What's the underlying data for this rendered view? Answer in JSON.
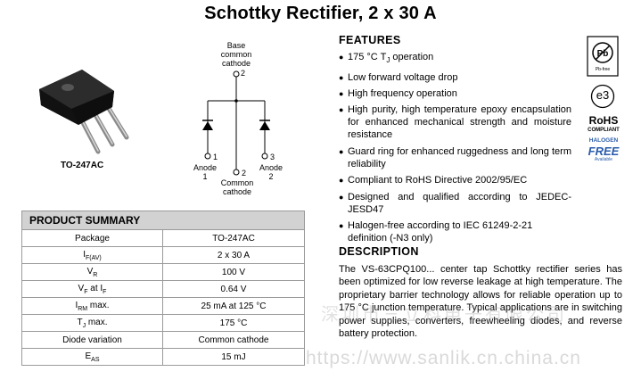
{
  "title": "Schottky Rectifier, 2 x 30 A",
  "package_label": "TO-247AC",
  "diagram": {
    "top_label_1": "Base",
    "top_label_2": "common",
    "top_label_3": "cathode",
    "top_pin": "2",
    "left_pin": "1",
    "left_label_1": "Anode",
    "left_label_2": "1",
    "mid_pin": "2",
    "mid_label_1": "Common",
    "mid_label_2": "cathode",
    "right_pin": "3",
    "right_label_1": "Anode",
    "right_label_2": "2"
  },
  "product_summary": {
    "heading": "PRODUCT SUMMARY",
    "rows": [
      {
        "param": "Package",
        "sub": "",
        "tail": "",
        "value": "TO-247AC"
      },
      {
        "param": "I",
        "sub": "F(AV)",
        "tail": "",
        "value": "2 x 30 A"
      },
      {
        "param": "V",
        "sub": "R",
        "tail": "",
        "value": "100 V"
      },
      {
        "param": "V",
        "sub": "F",
        "tail": " at I",
        "sub2": "F",
        "value": "0.64 V"
      },
      {
        "param": "I",
        "sub": "RM",
        "tail": " max.",
        "value": "25 mA at 125 °C"
      },
      {
        "param": "T",
        "sub": "J",
        "tail": " max.",
        "value": "175 °C"
      },
      {
        "param": "Diode variation",
        "sub": "",
        "tail": "",
        "value": "Common cathode"
      },
      {
        "param": "E",
        "sub": "AS",
        "tail": "",
        "value": "15 mJ"
      }
    ]
  },
  "features": {
    "heading": "FEATURES",
    "item0_pre": "175 °C T",
    "item0_sub": "J",
    "item0_post": " operation",
    "items": [
      "Low forward voltage drop",
      "High frequency operation",
      "High purity, high temperature epoxy encapsulation for enhanced mechanical strength and moisture resistance",
      "Guard ring for enhanced ruggedness and long term reliability",
      "Compliant to RoHS Directive 2002/95/EC",
      "Designed and qualified according to JEDEC-JESD47",
      "Halogen-free according to IEC 61249-2-21 definition (-N3 only)"
    ]
  },
  "description": {
    "heading": "DESCRIPTION",
    "text": "The VS-63CPQ100... center tap Schottky rectifier series has been optimized for low reverse leakage at high temperature. The proprietary barrier technology allows for reliable operation up to 175 °C junction temperature. Typical applications are in switching power supplies, converters, freewheeling diodes, and reverse battery protection."
  },
  "badges": {
    "pb_free": "Pb-free",
    "e3": "e3",
    "rohs": "RoHS",
    "compliant": "COMPLIANT",
    "halogen": "HALOGEN",
    "free": "FREE",
    "available": "Available"
  },
  "watermark": {
    "text1": "深圳市三立科电子有限公司",
    "text2": "https://www.sanlik.cn.china.cn"
  },
  "colors": {
    "table_header_bg": "#d2d2d2",
    "table_border": "#9a9a9a",
    "halogen_blue": "#2a5caa"
  }
}
